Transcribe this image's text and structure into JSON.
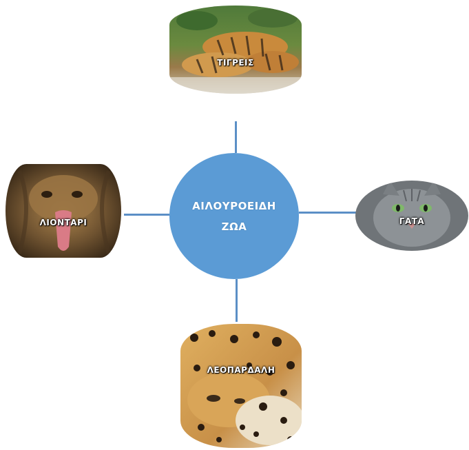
{
  "center": {
    "line1": "ΑΙΛΟΥΡΟΕΙΔΗ",
    "line2": "ΖΩΑ",
    "color": "#5b9bd5"
  },
  "connector_color": "#5b8fc6",
  "nodes": [
    {
      "id": "top",
      "label": "ΤΙΓΡΕΙΣ",
      "image": "tigers-photo"
    },
    {
      "id": "left",
      "label": "ΛΙΟΝΤΑΡΙ",
      "image": "lion-photo"
    },
    {
      "id": "right",
      "label": "ΓΑΤΑ",
      "image": "cat-photo"
    },
    {
      "id": "bottom",
      "label": "ΛΕΟΠΑΡΔΑΛΗ",
      "image": "leopard-photo"
    }
  ]
}
